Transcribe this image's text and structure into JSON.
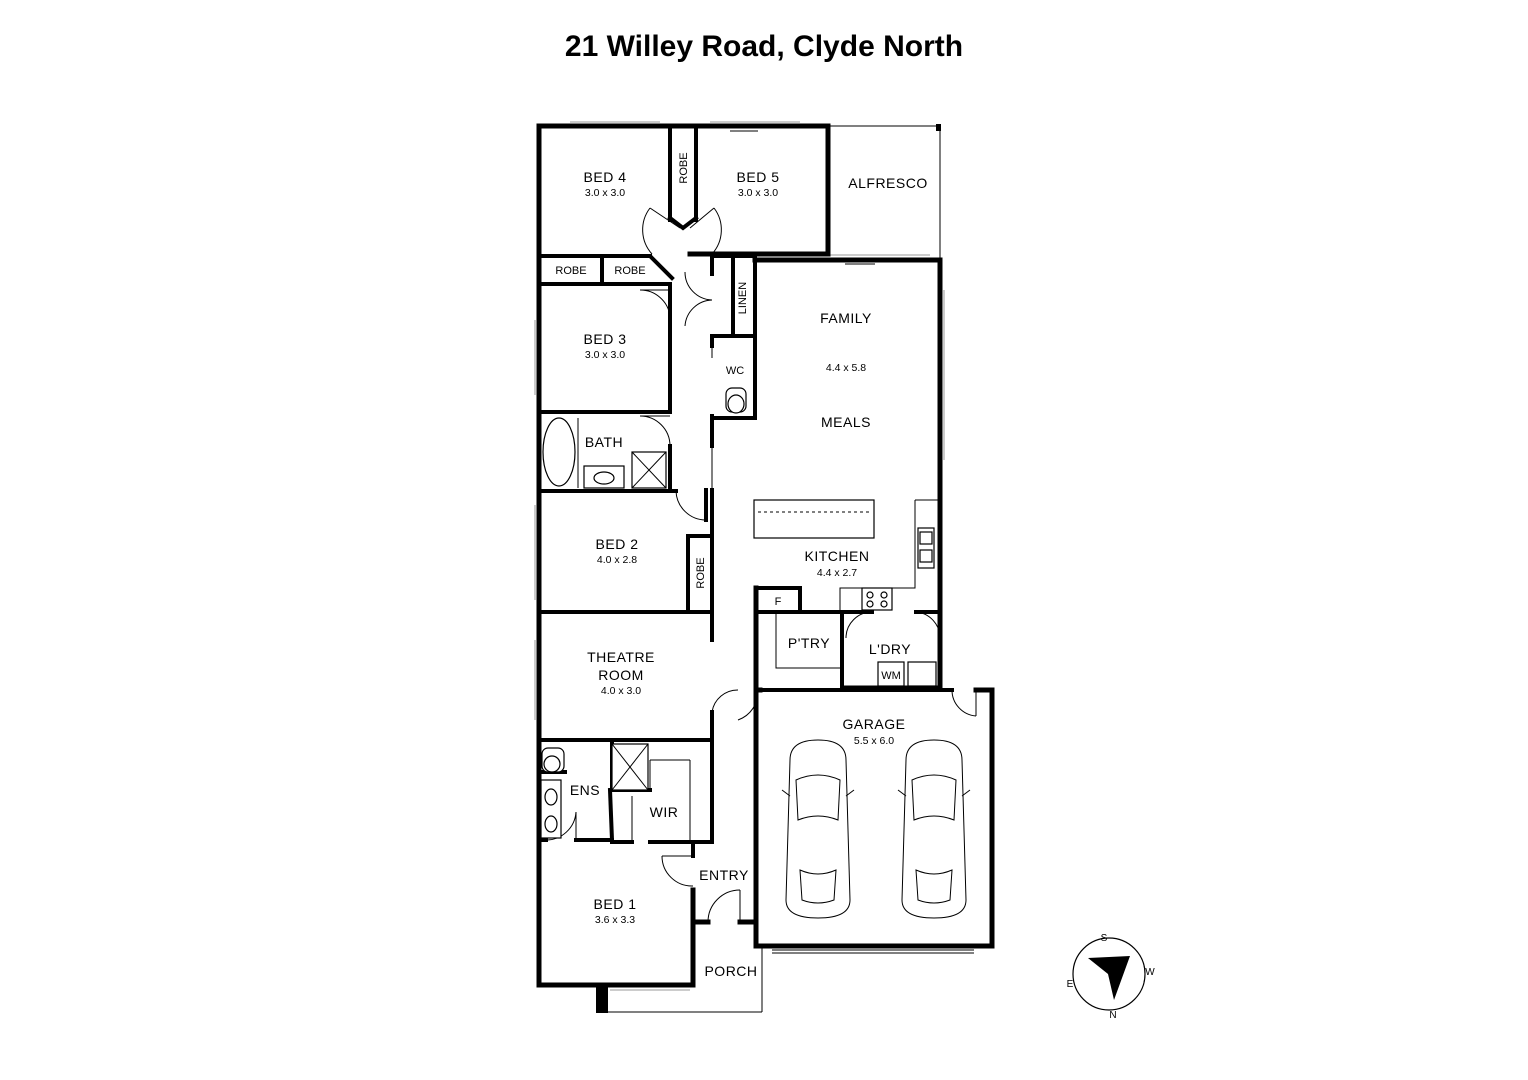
{
  "title": "21 Willey Road, Clyde North",
  "rooms": {
    "bed4": {
      "name": "BED 4",
      "dims": "3.0 x 3.0"
    },
    "bed5": {
      "name": "BED 5",
      "dims": "3.0 x 3.0"
    },
    "alfresco": {
      "name": "ALFRESCO"
    },
    "robe_bed5": {
      "name": "ROBE"
    },
    "robe_left": {
      "name": "ROBE"
    },
    "robe_mid": {
      "name": "ROBE"
    },
    "linen": {
      "name": "LINEN"
    },
    "bed3": {
      "name": "BED 3",
      "dims": "3.0 x 3.0"
    },
    "wc": {
      "name": "WC"
    },
    "family": {
      "name": "FAMILY",
      "dims": "4.4 x 5.8"
    },
    "meals": {
      "name": "MEALS"
    },
    "bath": {
      "name": "BATH"
    },
    "bed2": {
      "name": "BED 2",
      "dims": "4.0 x 2.8"
    },
    "robe_bed2": {
      "name": "ROBE"
    },
    "kitchen": {
      "name": "KITCHEN",
      "dims": "4.4 x 2.7"
    },
    "fridge": {
      "name": "F"
    },
    "pantry": {
      "name": "P'TRY"
    },
    "laundry": {
      "name": "L'DRY"
    },
    "wm": {
      "name": "WM"
    },
    "theatre": {
      "name_line1": "THEATRE",
      "name_line2": "ROOM",
      "dims": "4.0 x 3.0"
    },
    "garage": {
      "name": "GARAGE",
      "dims": "5.5 x 6.0"
    },
    "ens": {
      "name": "ENS"
    },
    "wir": {
      "name": "WIR"
    },
    "entry": {
      "name": "ENTRY"
    },
    "bed1": {
      "name": "BED 1",
      "dims": "3.6 x 3.3"
    },
    "porch": {
      "name": "PORCH"
    }
  },
  "compass": {
    "s": "S",
    "w": "W",
    "e": "E",
    "n": "N",
    "icon": "compass-icon"
  }
}
